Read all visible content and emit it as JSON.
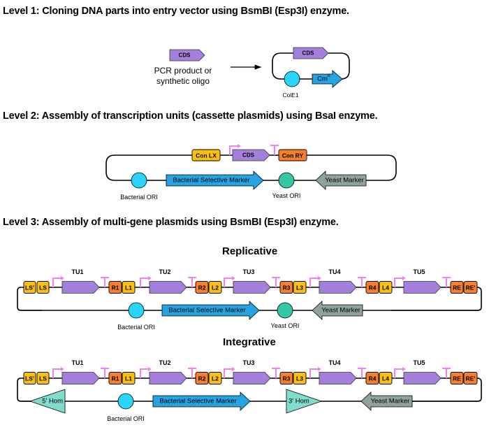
{
  "headings": {
    "level1": "Level 1: Cloning DNA parts into entry vector using BsmBI (Esp3I) enzyme.",
    "level2": "Level 2: Assembly of transcription units (cassette plasmids) using BsaI enzyme.",
    "level3": "Level 3: Assembly of multi-gene plasmids using BsmBI (Esp3I) enzyme.",
    "replicative": "Replicative",
    "integrative": "Integrative"
  },
  "colors": {
    "cds": "#a47fdc",
    "con_left": "#fbc00a",
    "con_right": "#f77f2a",
    "bacterial_ori": "#2ad4fb",
    "yeast_ori": "#33c7a6",
    "bacterial_marker": "#26a3e0",
    "yeast_marker": "#8fa39e",
    "homology": "#82dccb",
    "promoter_terminator": "#ee82ee"
  },
  "level1": {
    "part_label": "CDS",
    "part_caption_line1": "PCR product or",
    "part_caption_line2": "synthetic oligo",
    "vector_cds": "CDS",
    "vector_marker": "Cm",
    "vector_marker_sup": "R",
    "vector_ori": "ColE1"
  },
  "level2": {
    "con_left": "Con LX",
    "cds": "CDS",
    "con_right": "Con RY",
    "bacterial_ori": "Bacterial ORI",
    "bacterial_marker": "Bacterial Selective Marker",
    "yeast_ori": "Yeast ORI",
    "yeast_marker": "Yeast Marker"
  },
  "level3": {
    "tus": [
      "TU1",
      "TU2",
      "TU3",
      "TU4",
      "TU5"
    ],
    "left_connectors": [
      "LS'",
      "LS"
    ],
    "junctions": [
      [
        "R1",
        "L1"
      ],
      [
        "R2",
        "L2"
      ],
      [
        "R3",
        "L3"
      ],
      [
        "R4",
        "L4"
      ]
    ],
    "right_connectors": [
      "RE",
      "RE'"
    ],
    "replicative": {
      "bacterial_ori": "Bacterial ORI",
      "bacterial_marker": "Bacterial Selective Marker",
      "yeast_ori": "Yeast ORI",
      "yeast_marker": "Yeast Marker"
    },
    "integrative": {
      "hom5": "5' Hom",
      "bacterial_ori": "Bacterial ORI",
      "bacterial_marker": "Bacterial Selective Marker",
      "hom3": "3' Hom",
      "yeast_marker": "Yeast Marker"
    }
  }
}
